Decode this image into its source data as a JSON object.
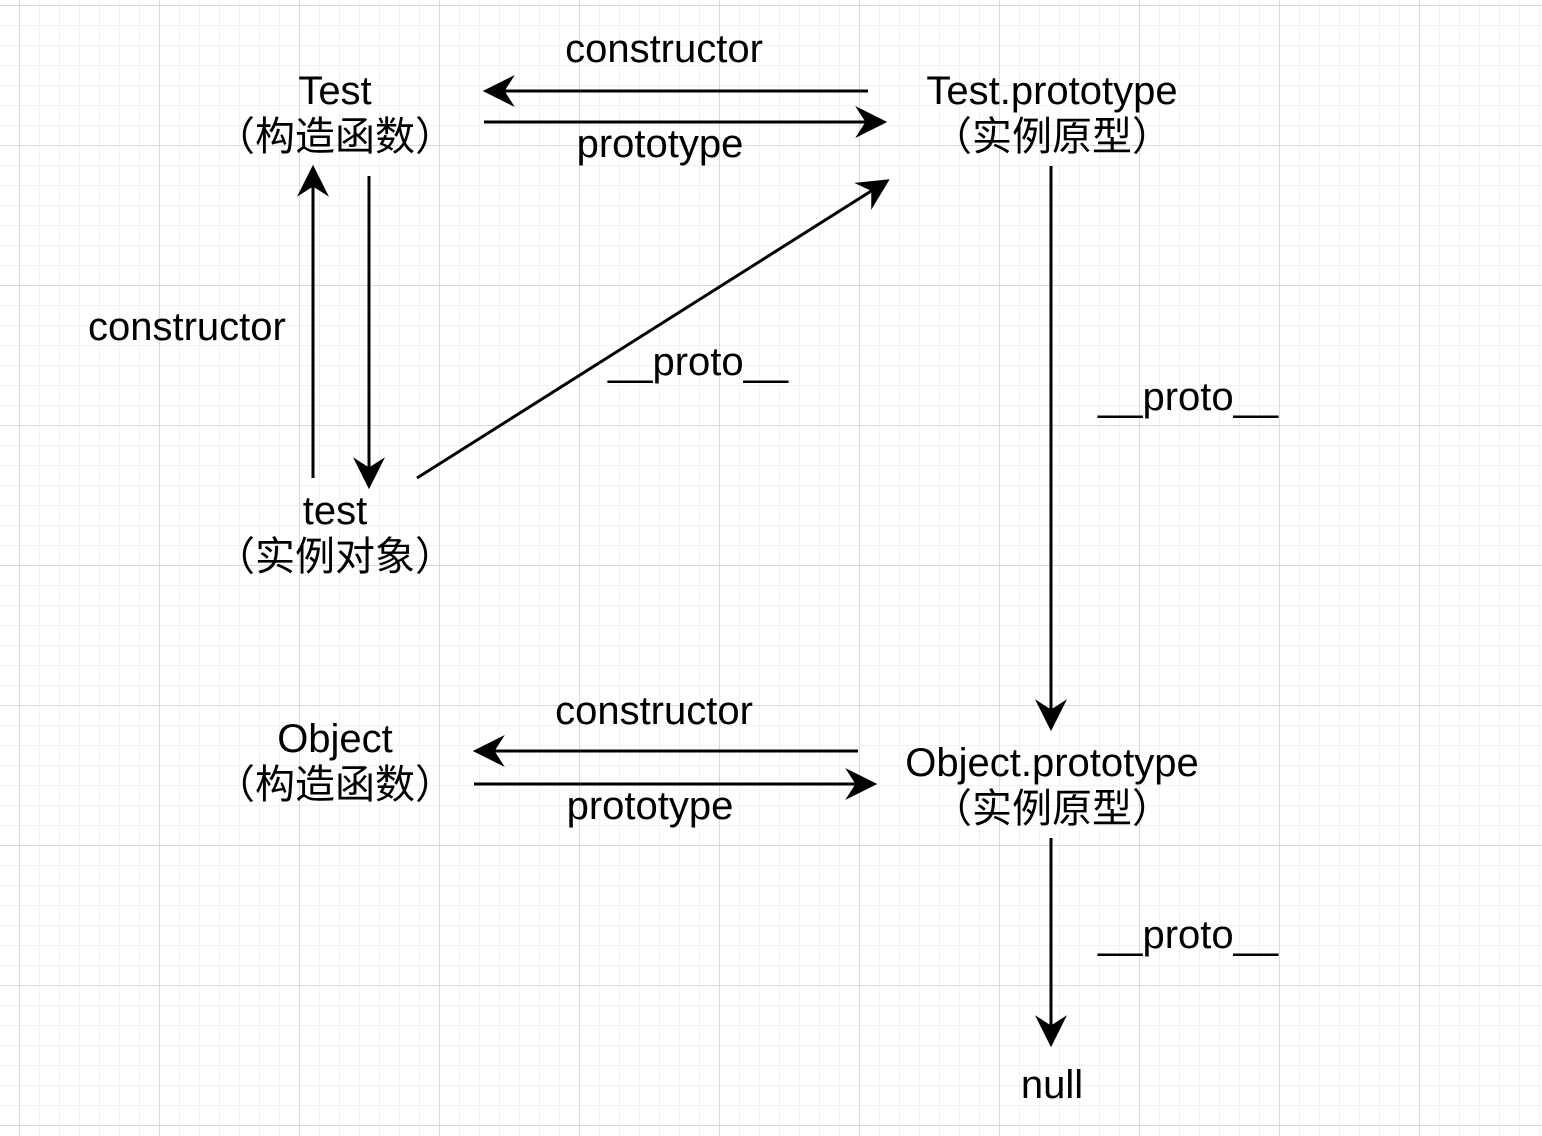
{
  "nodes": {
    "test_constructor": {
      "name": "Test",
      "desc": "（构造函数）"
    },
    "test_prototype": {
      "name": "Test.prototype",
      "desc": "（实例原型）"
    },
    "test_instance": {
      "name": "test",
      "desc": "（实例对象）"
    },
    "object_constructor": {
      "name": "Object",
      "desc": "（构造函数）"
    },
    "object_prototype": {
      "name": "Object.prototype",
      "desc": "（实例原型）"
    },
    "null_node": {
      "name": "null"
    }
  },
  "edges": {
    "top_constructor": "constructor",
    "top_prototype": "prototype",
    "left_constructor": "constructor",
    "diag_proto": "__proto__",
    "right_proto": "__proto__",
    "bottom_constructor": "constructor",
    "bottom_prototype": "prototype",
    "null_proto": "__proto__"
  }
}
